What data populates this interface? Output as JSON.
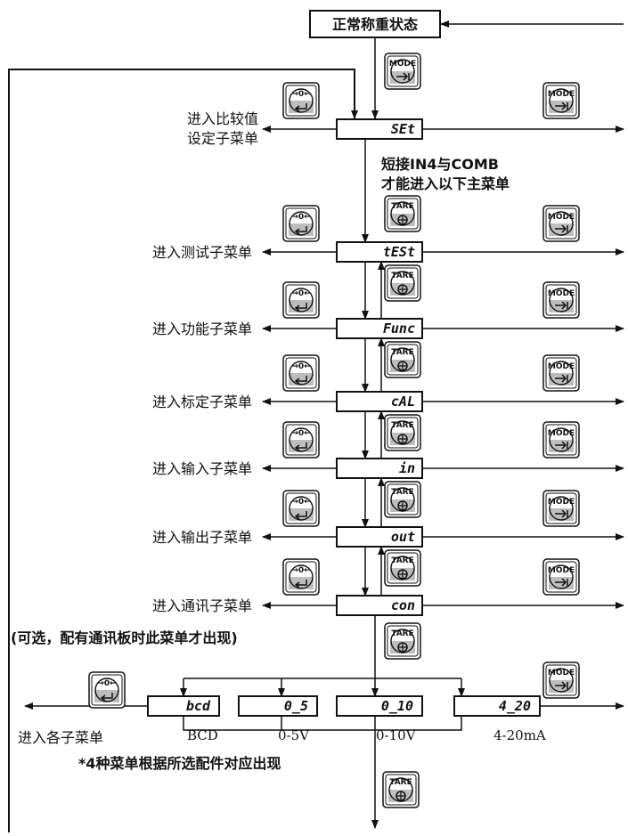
{
  "top_state": "正常称重状态",
  "menus": [
    {
      "code": "SEt",
      "left_label_1": "进入比较值",
      "left_label_2": "设定子菜单"
    },
    {
      "code": "tESt",
      "left_label_1": "进入测试子菜单"
    },
    {
      "code": "Func",
      "left_label_1": "进入功能子菜单"
    },
    {
      "code": "cAL",
      "left_label_1": "进入标定子菜单"
    },
    {
      "code": "in",
      "left_label_1": "进入输入子菜单"
    },
    {
      "code": "out",
      "left_label_1": "进入输出子菜单"
    },
    {
      "code": "con",
      "left_label_1": "进入通讯子菜单"
    }
  ],
  "comb_note_1": "短接IN4与COMB",
  "comb_note_2": "才能进入以下主菜单",
  "optional_note": "(可选，配有通讯板时此菜单才出现)",
  "options": [
    {
      "code": "bcd",
      "label": "BCD"
    },
    {
      "code": "0_5",
      "label": "0-5V"
    },
    {
      "code": "0_10",
      "label": "0-10V"
    },
    {
      "code": "4_20",
      "label": "4-20mA"
    }
  ],
  "enter_each": "进入各子菜单",
  "footer_note": "*4种菜单根据所选配件对应出现",
  "buttons": {
    "mode": "MODE",
    "tare": "TARE",
    "zero": "→0←"
  },
  "icons": [
    "mode-key-icon",
    "tare-key-icon",
    "zero-enter-key-icon",
    "arrow-icon"
  ]
}
